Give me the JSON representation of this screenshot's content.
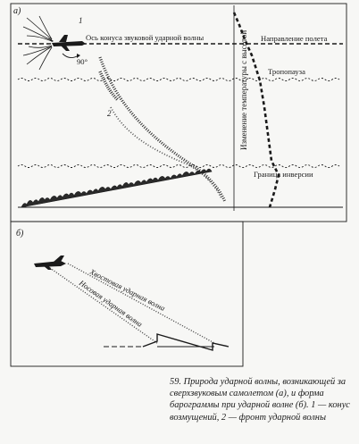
{
  "panel_a": {
    "tag": "а)",
    "aircraft_number": "1",
    "cone_number": "2",
    "cone_axis_label": "Ось конуса звуковой ударной волны",
    "angle_label": "90°",
    "flight_direction_label": "Направление полета",
    "tropopause_label": "Тропопауза",
    "inversion_label": "Граница инверсии",
    "temperature_axis_label": "Изменение температуры с высотой"
  },
  "panel_b": {
    "tag": "б)",
    "tail_wave_label": "Хвостовая ударная волна",
    "bow_wave_label": "Носовая ударная волна"
  },
  "caption": {
    "text": "59. Природа ударной волны, возникающей за сверхзвуковым самолетом (а), и форма барограммы при ударной волне (б). 1 — конус возмущений, 2 — фронт ударной волны"
  },
  "colors": {
    "ink": "#1a1a1a",
    "paper": "#f7f7f5"
  },
  "icons": {
    "aircraft_a": "jet-aircraft-icon",
    "aircraft_b": "jet-aircraft-icon"
  }
}
